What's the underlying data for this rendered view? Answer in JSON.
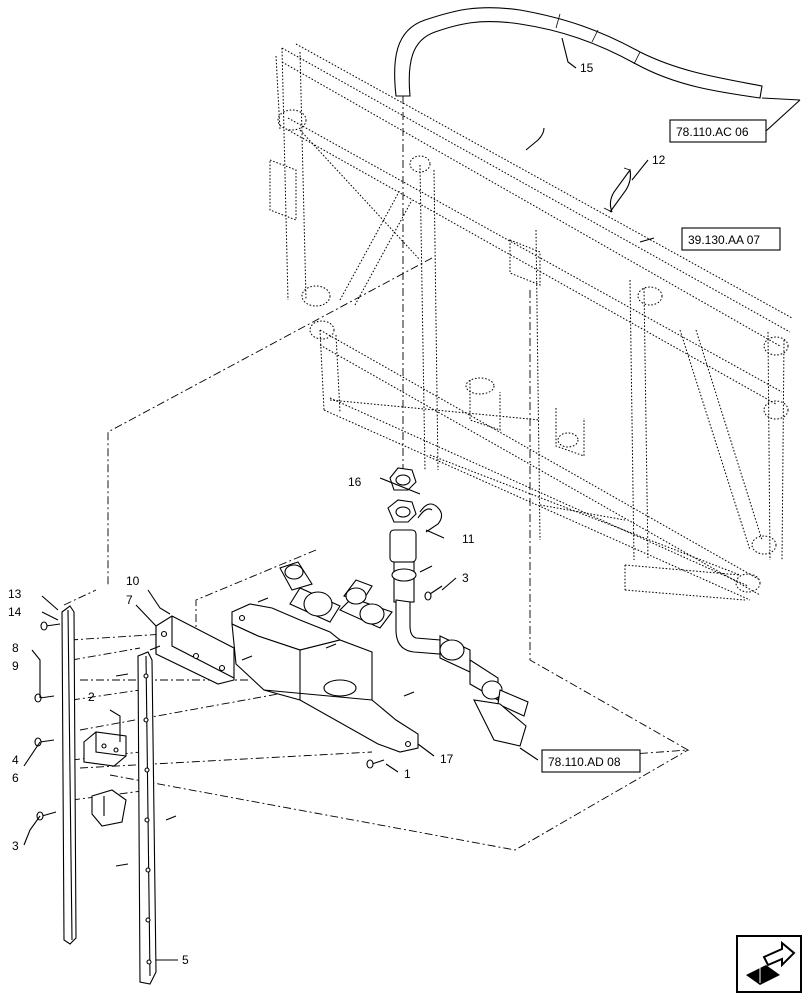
{
  "callouts": {
    "c1": "1",
    "c2": "2",
    "c3a": "3",
    "c3b": "3",
    "c4": "4",
    "c5": "5",
    "c6": "6",
    "c7": "7",
    "c8": "8",
    "c9": "9",
    "c10": "10",
    "c11": "11",
    "c12": "12",
    "c13": "13",
    "c14": "14",
    "c15": "15",
    "c16": "16",
    "c17": "17"
  },
  "references": {
    "ref_ac06": "78.110.AC 06",
    "ref_aa07": "39.130.AA 07",
    "ref_ad08": "78.110.AD 08"
  },
  "icons": {
    "navigation": "next-page-arrow-icon"
  }
}
